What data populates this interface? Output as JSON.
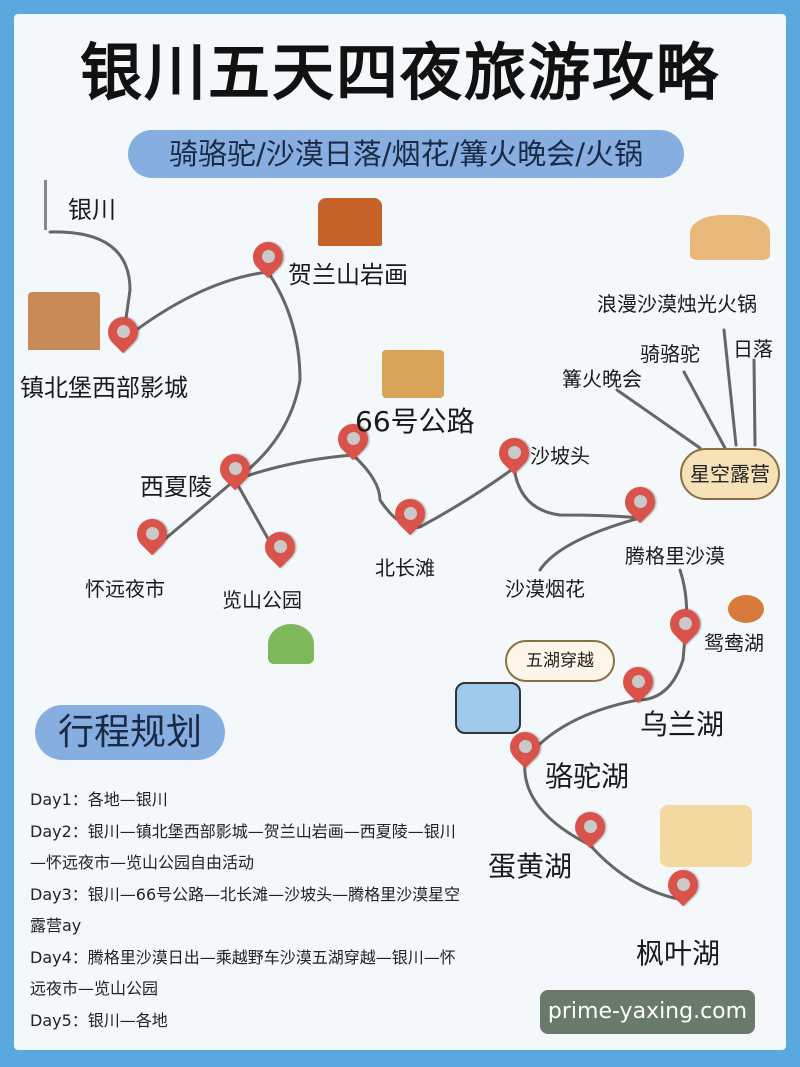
{
  "title": "银川五天四夜旅游攻略",
  "subtitle": "骑骆驼/沙漠日落/烟花/篝火晚会/火锅",
  "places": {
    "yinchuan": "银川",
    "zhenbeibu": "镇北堡西部影城",
    "helanshan": "贺兰山岩画",
    "xixialing": "西夏陵",
    "route66": "66号公路",
    "beichangtan": "北长滩",
    "shapotou": "沙坡头",
    "tenggeli": "腾格里沙漠",
    "huaiyuan": "怀远夜市",
    "lanshan": "览山公园",
    "desert_fireworks": "沙漠烟花",
    "yuanyang": "鸳鸯湖",
    "wulan": "乌兰湖",
    "luotuo": "骆驼湖",
    "danhuang": "蛋黄湖",
    "fengye": "枫叶湖"
  },
  "camp": {
    "name": "星空露营",
    "activities": [
      "浪漫沙漠烛光火锅",
      "骑骆驼",
      "日落",
      "篝火晚会"
    ]
  },
  "five_lakes": "五湖穿越",
  "plan_title": "行程规划",
  "itinerary": [
    "Day1：各地—银川",
    "Day2：银川—镇北堡西部影城—贺兰山岩画—西夏陵—银川—怀远夜市—览山公园自由活动",
    "Day3：银川—66号公路—北长滩—沙坡头—腾格里沙漠星空露营ay",
    "Day4：腾格里沙漠日出—乘越野车沙漠五湖穿越—银川—怀远夜市—览山公园",
    "Day5：银川—各地"
  ],
  "watermark": "prime-yaxing.com",
  "colors": {
    "frame": "#5aa8e0",
    "pill": "#86aee0",
    "pin": "#d9534a"
  }
}
